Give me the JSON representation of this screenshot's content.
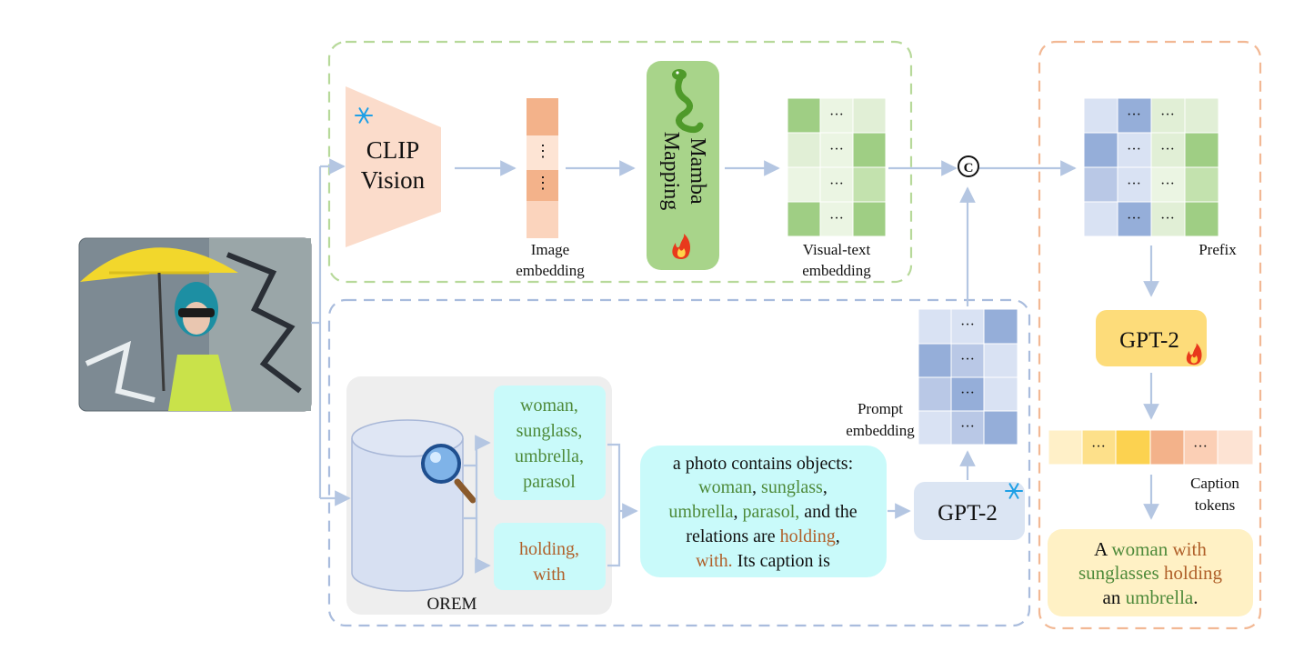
{
  "colors": {
    "arrow": "#b4c6e2",
    "green_dash": "#b7d99a",
    "blue_dash": "#a9bcdd",
    "orange_dash": "#f2b894",
    "clip_fill": "#fbdccb",
    "mamba_fill": "#a8d48a",
    "cyan_box": "#c9fafa",
    "gpt_yellow": "#fddc7a",
    "gpt_blue": "#dbe5f3",
    "caption_bg": "#fff1c5",
    "word_green": "#4e8a3a",
    "word_brown": "#b0602a"
  },
  "icons": {
    "clip_frozen": "snowflake-icon",
    "mamba_trainable": "flame-icon",
    "mamba_logo": "snake-icon",
    "gpt_prompt_frozen": "snowflake-icon",
    "gpt_main_trainable": "flame-icon",
    "retrieval": "magnifier-icon",
    "database": "database-icon",
    "input": "input-photo"
  },
  "clip": {
    "line1": "CLIP",
    "line2": "Vision"
  },
  "image_embedding": {
    "line1": "Image",
    "line2": "embedding",
    "dots": "⋮"
  },
  "mamba": {
    "line1": "Mamba",
    "line2": "Mapping"
  },
  "visual_text": {
    "line1": "Visual-text",
    "line2": "embedding",
    "dots": "···"
  },
  "concat_symbol": "©",
  "prefix": {
    "label": "Prefix",
    "dots": "···"
  },
  "gpt_main": {
    "label": "GPT-2"
  },
  "caption_tokens": {
    "line1": "Caption",
    "line2": "tokens",
    "dots": "···"
  },
  "caption": {
    "w1": "A ",
    "w2": "woman",
    "w3": " with",
    "w4": "sunglasses",
    "w5": " holding",
    "w6": "an ",
    "w7": "umbrella",
    "w8": "."
  },
  "prompt_embedding": {
    "line1": "Prompt",
    "line2": "embedding",
    "dots": "···"
  },
  "gpt_prompt": {
    "label": "GPT-2"
  },
  "orem": {
    "label": "OREM"
  },
  "objects_box": {
    "lines": [
      "woman,",
      "sunglass,",
      "umbrella,",
      "parasol"
    ]
  },
  "relations_box": {
    "lines": [
      "holding,",
      "with"
    ]
  },
  "prompt_text": {
    "l1": "a photo contains objects:",
    "l2a": "woman",
    "l2b": ", ",
    "l2c": "sunglass",
    "l2d": ",",
    "l3a": "umbrella",
    "l3b": ", ",
    "l3c": "parasol,",
    "l3d": " and the",
    "l4a": "relations are ",
    "l4b": "holding",
    "l4c": ",",
    "l5a": "with.",
    "l5b": " Its caption is"
  }
}
